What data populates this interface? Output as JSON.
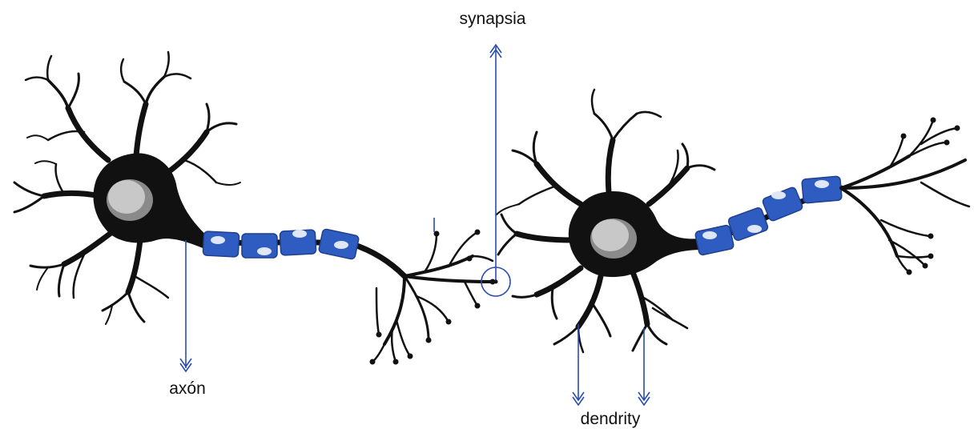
{
  "labels": {
    "synapse": "synapsia",
    "axon": "axón",
    "dendrites": "dendrity"
  },
  "colors": {
    "neuron": "#111111",
    "myelin": "#2f5cc0",
    "myelin_dark": "#1f3f8f",
    "nucleus": "#c8c8c8",
    "nucleus_shadow": "#8a8a8a",
    "pointer": "#2a4cb0",
    "background": "#ffffff"
  },
  "icons": [
    "neuron-cell",
    "myelin-sheath",
    "synapse-circle",
    "pointer-arrow"
  ]
}
